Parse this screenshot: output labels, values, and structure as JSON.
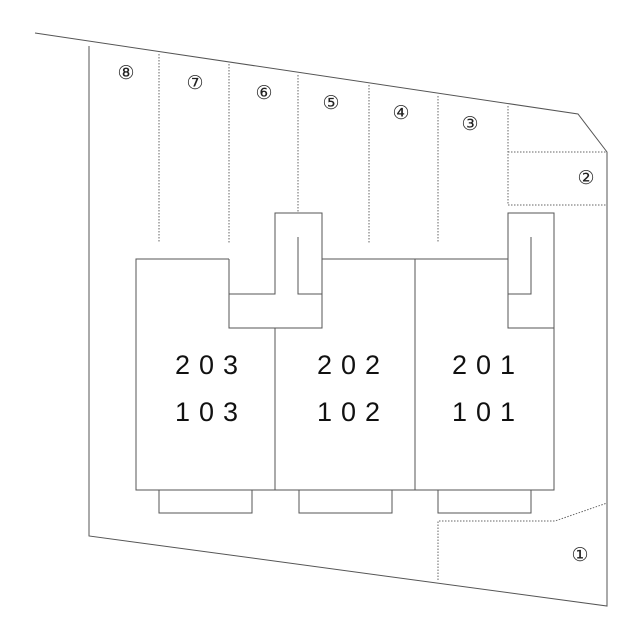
{
  "parking_spaces": [
    {
      "label": "①"
    },
    {
      "label": "②"
    },
    {
      "label": "③"
    },
    {
      "label": "④"
    },
    {
      "label": "⑤"
    },
    {
      "label": "⑥"
    },
    {
      "label": "⑦"
    },
    {
      "label": "⑧"
    }
  ],
  "units": [
    {
      "upper": "203",
      "lower": "103"
    },
    {
      "upper": "202",
      "lower": "102"
    },
    {
      "upper": "201",
      "lower": "101"
    }
  ]
}
